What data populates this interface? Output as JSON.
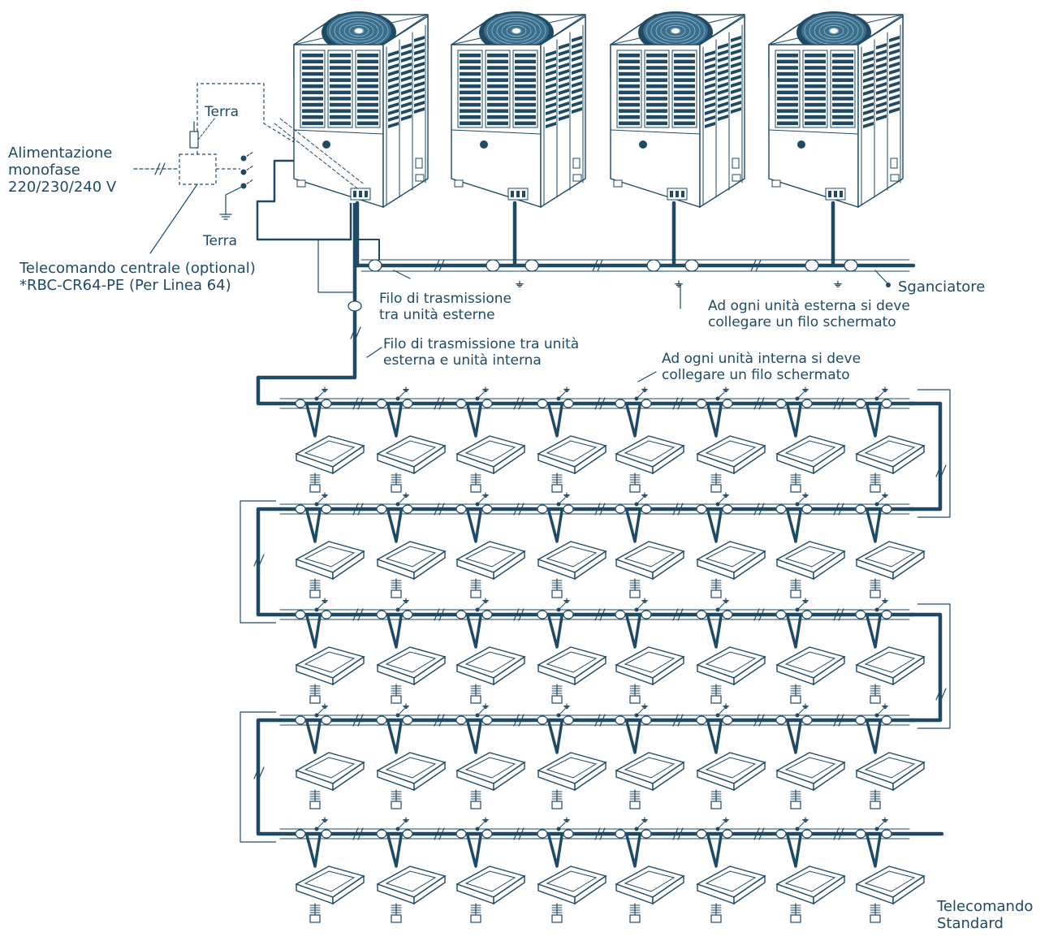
{
  "colors": {
    "ink": "#1f4a66",
    "paper": "#ffffff"
  },
  "labels": {
    "terra_top": "Terra",
    "terra_bottom": "Terra",
    "power": [
      "Alimentazione",
      "monofase",
      "220/230/240 V"
    ],
    "central_remote": [
      "Telecomando centrale (optional)",
      "*RBC-CR64-PE (Per Linea 64)"
    ],
    "outdoor_wire": [
      "Filo di trasmissione",
      "tra unità esterne"
    ],
    "indoor_wire": [
      "Filo di trasmissione tra unità",
      "esterna e unità interna"
    ],
    "breaker": "Sganciatore",
    "outdoor_shield": [
      "Ad ogni unità esterna si deve",
      "collegare un filo schermato"
    ],
    "indoor_shield": [
      "Ad ogni unità interna si deve",
      "collegare un filo schermato"
    ],
    "standard_remote": [
      "Telecomando",
      "Standard"
    ]
  },
  "layout": {
    "outdoor_units": 4,
    "indoor_rows": 5,
    "indoor_units_per_row": 8,
    "icons": [
      "outdoor-unit-icon",
      "indoor-cassette-icon",
      "remote-controller-icon",
      "ground-icon",
      "breaker-icon"
    ]
  }
}
